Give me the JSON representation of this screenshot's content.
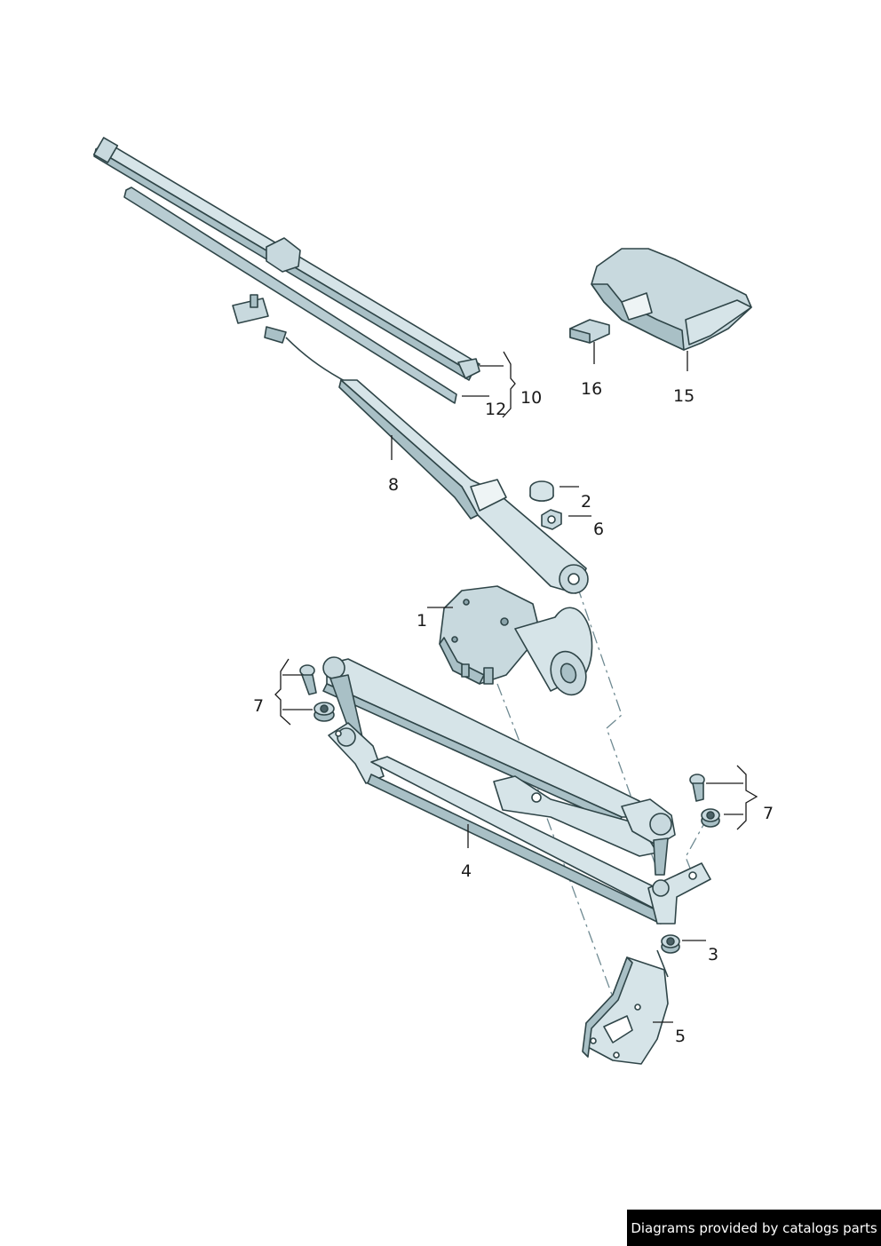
{
  "callouts": {
    "c1": "1",
    "c2": "2",
    "c3": "3",
    "c4": "4",
    "c5": "5",
    "c6": "6",
    "c7a": "7",
    "c7b": "7",
    "c8": "8",
    "c10": "10",
    "c12": "12",
    "c15": "15",
    "c16": "16"
  },
  "watermark": "Diagrams provided by catalogs parts",
  "colors": {
    "part_fill": "#d6e4e8",
    "part_shade": "#a9c0c6",
    "part_dark": "#8aa3aa",
    "outline": "#2f4548",
    "leader": "#1a1a1a",
    "axis_dash": "#6f8a92"
  }
}
